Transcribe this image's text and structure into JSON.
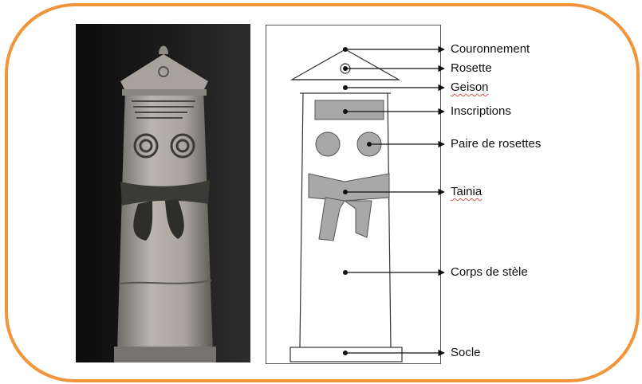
{
  "colors": {
    "frame": "#f0953b",
    "fill_gray": "#a8a8a8",
    "line": "#333333"
  },
  "labels": [
    "Couronnement",
    "Rosette",
    "Geison",
    "Inscriptions",
    "Paire de rosettes",
    "Tainia",
    "Corps de stèle",
    "Socle"
  ]
}
